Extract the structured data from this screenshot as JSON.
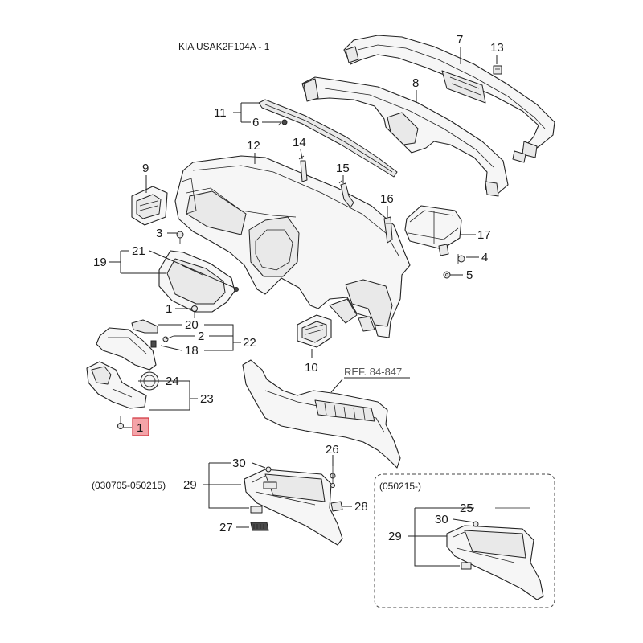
{
  "title": "KIA USAK2F104A - 1",
  "ref_label": "REF. 84-847",
  "labels": {
    "p7": "7",
    "p13": "13",
    "p8": "8",
    "p11": "11",
    "p6": "6",
    "p12": "12",
    "p14": "14",
    "p15": "15",
    "p9": "9",
    "p16": "16",
    "p3": "3",
    "p17": "17",
    "p4": "4",
    "p5": "5",
    "p19": "19",
    "p21": "21",
    "p1a": "1",
    "p20": "20",
    "p2": "2",
    "p22": "22",
    "p18": "18",
    "p10": "10",
    "p24": "24",
    "p23": "23",
    "p1b": "1",
    "p26": "26",
    "p30a": "30",
    "p29a": "29",
    "p28": "28",
    "p27": "27",
    "p25": "25",
    "p30b": "30",
    "p29b": "29"
  },
  "date_range_a": "(030705-050215)",
  "date_range_b": "(050215-)",
  "highlight_color": "#f4a3a8"
}
